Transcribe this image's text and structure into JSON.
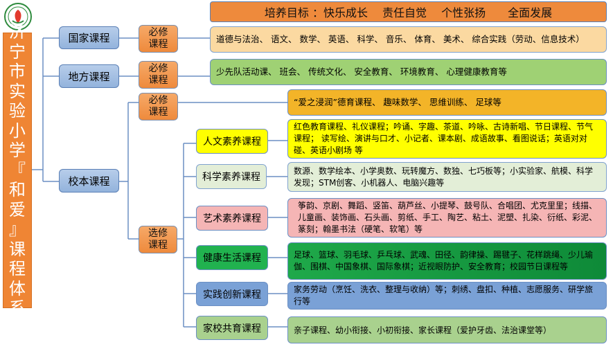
{
  "header": {
    "goal": "培养目标 ：快乐成长　 责任自觉 　个性张扬　　全面发展"
  },
  "title_vertical": "济宁市实验小学『和爱』课程体系",
  "colors": {
    "orange": "#ef8534",
    "blue_label": "#a6c0e4",
    "line": "#6b8fc4"
  },
  "national": {
    "label": "国家课程",
    "tag": "必修\n课程",
    "content": "道德与法治、 语文、 数学、 英语、 科学、 音乐、 体育、 美术、 综合实践（劳动、信息技术）"
  },
  "local": {
    "label": "地方课程",
    "tag": "必修\n课程",
    "content": "少先队活动课、 班会、 传统文化、 安全教育、 环境教育、 心理健康教育等"
  },
  "school": {
    "label": "校本课程",
    "required_tag": "必修\n课程",
    "required_content": "“爱之浸润”德育课程、 趣味数学、 思维训练、 足球等",
    "elective_tag": "选修\n课程",
    "categories": [
      {
        "name": "人文素养课程",
        "content": "红色教育课程、礼仪课程；吟诵、字趣、茶道、吟咏、古诗新唱、节日课程、节气课程； 读写绘、演讲与口才、小记者、课本剧、成语故事、看图说话；英语对对碰、英语小剧场 等"
      },
      {
        "name": "科学素养课程",
        "content": "数源、数学绘本、小学奥数、玩转魔方、数独、七巧板等；小实验家、航模、科学发现；STM创客、小机器人、电脑兴趣等"
      },
      {
        "name": "艺术素养课程",
        "content": "筝韵、京剧、舞蹈、竖笛、葫芦丝、小提琴、鼓号队、合唱团、尤克里里；线描、儿童画、装饰画、石头画、剪纸、手工、陶艺、粘土、泥塑、扎染、衍纸、彩泥、篆刻；翰墨书法（硬笔、软笔）等"
      },
      {
        "name": "健康生活课程",
        "content": "足球、篮球、羽毛球、乒乓球、武魂、田径、韵律操、踢毽子、花样跳绳、少儿瑜伽、围棋、中国象棋、国际象棋；近视眼防护、安全教育；校园节日课程等"
      },
      {
        "name": "实践创新课程",
        "content": "家务劳动（烹饪、洗衣、整理与收纳）等；刺绣、盘扣、种植、志愿服务、研学旅行等"
      },
      {
        "name": "家校共育课程",
        "content": "亲子课程、幼小衔接、小初衔接、家长课程（爱护牙齿、法治课堂等）"
      }
    ]
  }
}
